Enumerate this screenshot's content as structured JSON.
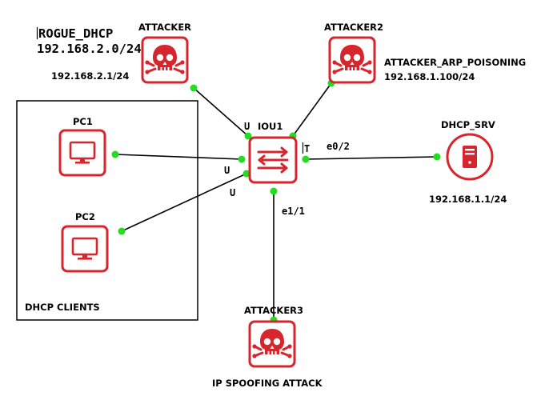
{
  "note": {
    "title": "ROGUE_DHCP",
    "subnet": "192.168.2.0/24"
  },
  "nodes": {
    "attacker": {
      "name": "ATTACKER",
      "ip": "192.168.2.1/24"
    },
    "attacker2": {
      "name": "ATTACKER2",
      "role": "ATTACKER_ARP_POISONING",
      "ip": "192.168.1.100/24"
    },
    "switch": {
      "name": "IOU1"
    },
    "dhcp_srv": {
      "name": "DHCP_SRV",
      "ip": "192.168.1.1/24"
    },
    "pc1": {
      "name": "PC1"
    },
    "pc2": {
      "name": "PC2"
    },
    "attacker3": {
      "name": "ATTACKER3",
      "caption": "IP SPOOFING ATTACK"
    }
  },
  "group": {
    "label": "DHCP CLIENTS"
  },
  "interfaces": {
    "sw_to_attacker": "U",
    "sw_to_pc1": "U",
    "sw_to_pc2": "U",
    "sw_to_attacker2": "T",
    "sw_to_dhcp": "e0/2",
    "sw_to_attacker3": "e1/1"
  },
  "colors": {
    "node_accent": "#d6252c",
    "link_endpoint": "#22dd22"
  }
}
